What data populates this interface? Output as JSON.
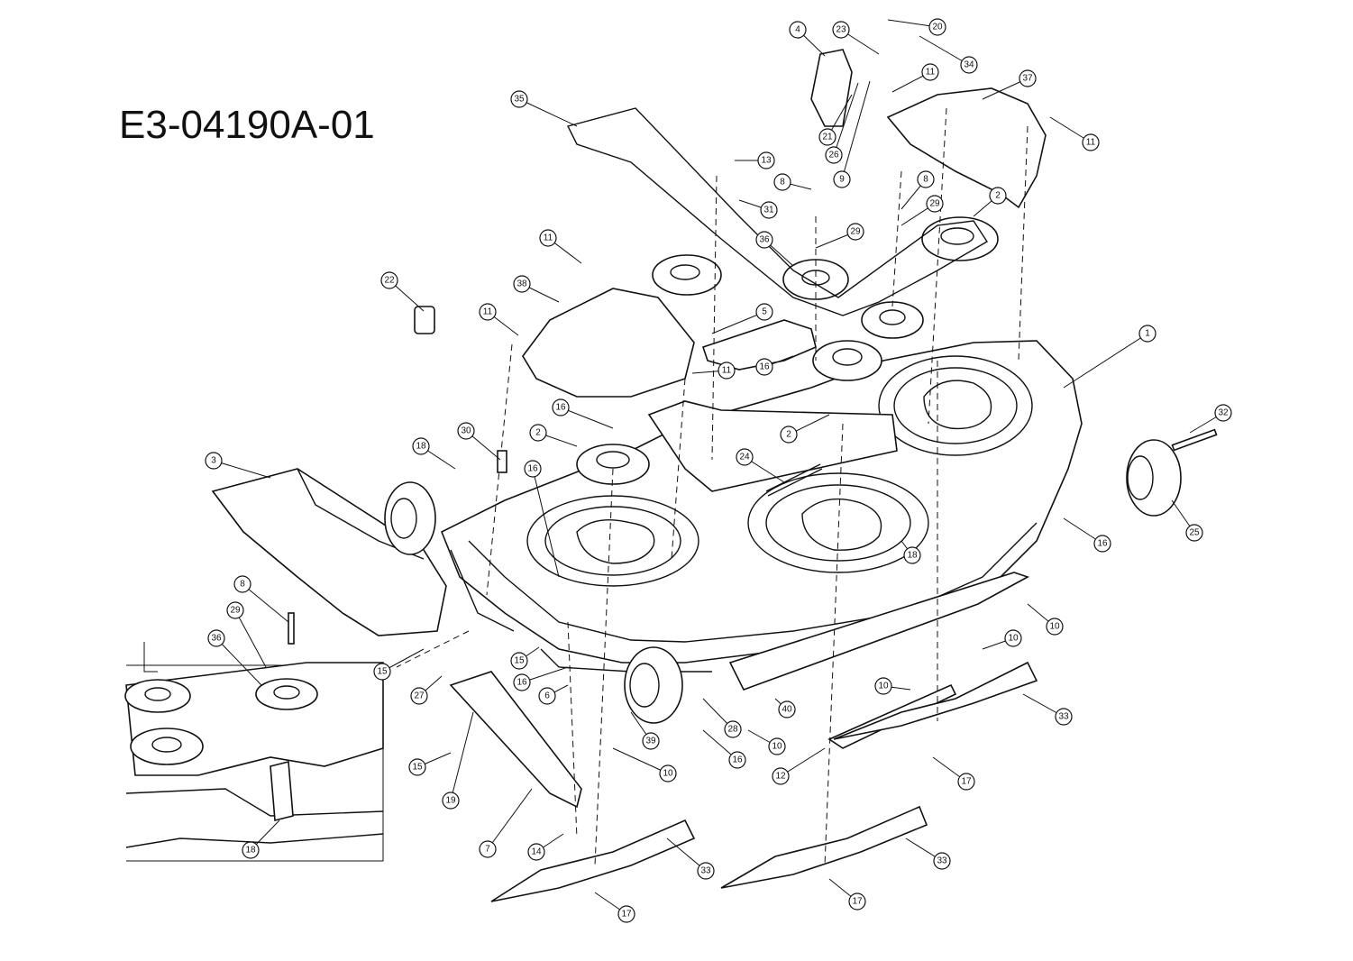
{
  "diagram": {
    "code": "E3-04190A-01",
    "callouts": [
      {
        "label": "20"
      },
      {
        "label": "4"
      },
      {
        "label": "23"
      },
      {
        "label": "34"
      },
      {
        "label": "11"
      },
      {
        "label": "37"
      },
      {
        "label": "21"
      },
      {
        "label": "26"
      },
      {
        "label": "9"
      },
      {
        "label": "11"
      },
      {
        "label": "35"
      },
      {
        "label": "13"
      },
      {
        "label": "8"
      },
      {
        "label": "31"
      },
      {
        "label": "8"
      },
      {
        "label": "29"
      },
      {
        "label": "2"
      },
      {
        "label": "11"
      },
      {
        "label": "36"
      },
      {
        "label": "29"
      },
      {
        "label": "22"
      },
      {
        "label": "38"
      },
      {
        "label": "11"
      },
      {
        "label": "5"
      },
      {
        "label": "1"
      },
      {
        "label": "16"
      },
      {
        "label": "11"
      },
      {
        "label": "16"
      },
      {
        "label": "2"
      },
      {
        "label": "30"
      },
      {
        "label": "2"
      },
      {
        "label": "32"
      },
      {
        "label": "18"
      },
      {
        "label": "24"
      },
      {
        "label": "3"
      },
      {
        "label": "16"
      },
      {
        "label": "25"
      },
      {
        "label": "16"
      },
      {
        "label": "18"
      },
      {
        "label": "10"
      },
      {
        "label": "8"
      },
      {
        "label": "29"
      },
      {
        "label": "36"
      },
      {
        "label": "10"
      },
      {
        "label": "15"
      },
      {
        "label": "15"
      },
      {
        "label": "16"
      },
      {
        "label": "10"
      },
      {
        "label": "27"
      },
      {
        "label": "6"
      },
      {
        "label": "28"
      },
      {
        "label": "40"
      },
      {
        "label": "33"
      },
      {
        "label": "39"
      },
      {
        "label": "10"
      },
      {
        "label": "16"
      },
      {
        "label": "15"
      },
      {
        "label": "10"
      },
      {
        "label": "12"
      },
      {
        "label": "17"
      },
      {
        "label": "19"
      },
      {
        "label": "18"
      },
      {
        "label": "7"
      },
      {
        "label": "14"
      },
      {
        "label": "33"
      },
      {
        "label": "33"
      },
      {
        "label": "17"
      },
      {
        "label": "17"
      }
    ]
  }
}
